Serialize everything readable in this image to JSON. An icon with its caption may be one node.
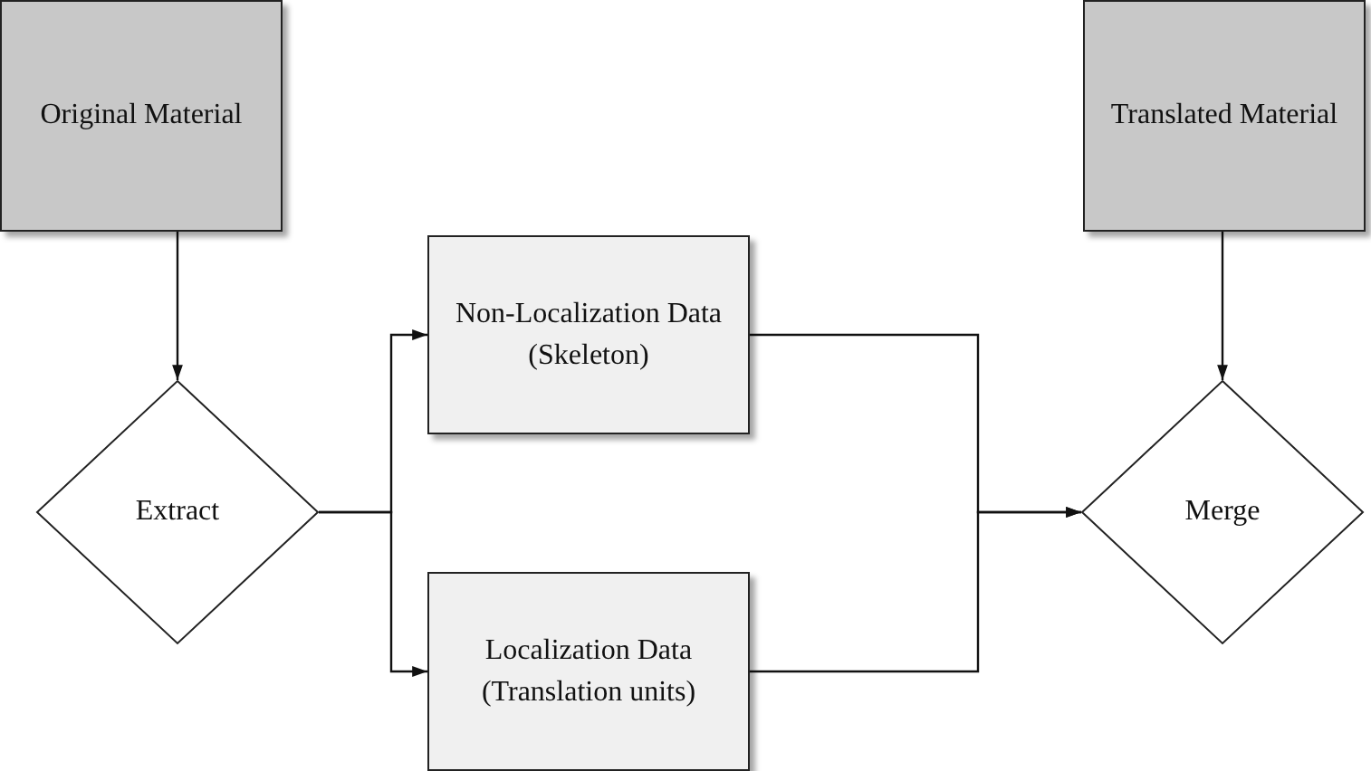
{
  "diagram": {
    "nodes": [
      {
        "text": [
          "Original Material"
        ]
      },
      {
        "text": [
          "Translated Material"
        ]
      },
      {
        "text": [
          "Extract"
        ]
      },
      {
        "text": [
          "Non-Localization Data (Skeleton)"
        ]
      },
      {
        "text": [
          "Merge"
        ]
      },
      {
        "text": [
          "Localization Data (Translation units)"
        ]
      }
    ],
    "edges": [
      {
        "from": 0,
        "to": 2,
        "arrow": "to"
      },
      {
        "from": 1,
        "to": 4,
        "arrow": "to"
      },
      {
        "from": 2,
        "to": 3,
        "arrow": "to"
      },
      {
        "from": 2,
        "to": 5,
        "arrow": "to"
      },
      {
        "from": 3,
        "to": 4,
        "arrow": "to"
      },
      {
        "from": 5,
        "to": 4,
        "arrow": "to"
      }
    ]
  }
}
